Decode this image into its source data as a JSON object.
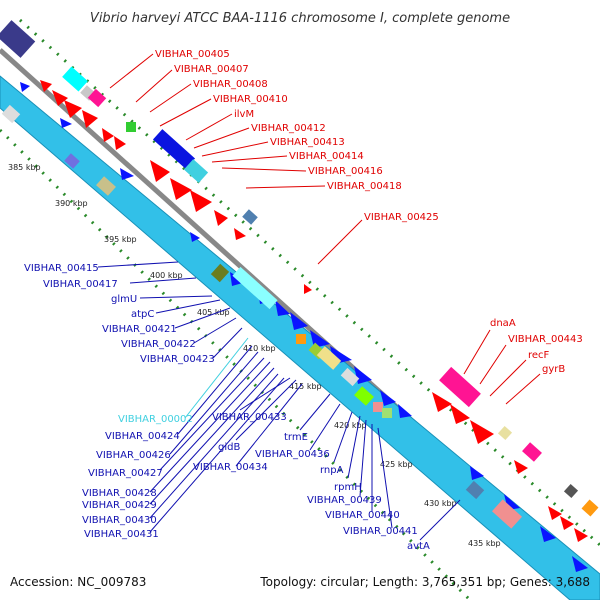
{
  "title": "Vibrio harveyi ATCC BAA-1116 chromosome I, complete genome",
  "accession": "Accession: NC_009783",
  "summary": "Topology: circular; Length: 3,765,351 bp; Genes: 3,688",
  "colors": {
    "forward_label": "#e00000",
    "reverse_label": "#1010b0",
    "rna_label": "#40d0e0",
    "backbone": "#888888",
    "track_fill": "#32c0e8",
    "tick": "#2a8a2a"
  },
  "ticks": [
    "385 kbp",
    "390 kbp",
    "395 kbp",
    "400 kbp",
    "405 kbp",
    "410 kbp",
    "415 kbp",
    "420 kbp",
    "425 kbp",
    "430 kbp",
    "435 kbp"
  ],
  "labels_top": [
    "VIBHAR_00405",
    "VIBHAR_00407",
    "VIBHAR_00408",
    "VIBHAR_00410",
    "ilvM",
    "VIBHAR_00412",
    "VIBHAR_00413",
    "VIBHAR_00414",
    "VIBHAR_00416",
    "VIBHAR_00418",
    "VIBHAR_00425"
  ],
  "labels_right": [
    "dnaA",
    "VIBHAR_00443",
    "recF",
    "gyrB"
  ],
  "labels_left": [
    "VIBHAR_00415",
    "VIBHAR_00417",
    "glmU",
    "atpC",
    "VIBHAR_00421",
    "VIBHAR_00422",
    "VIBHAR_00423",
    "VIBHAR_00002",
    "VIBHAR_00424",
    "VIBHAR_00426",
    "VIBHAR_00427",
    "VIBHAR_00428",
    "VIBHAR_00429",
    "VIBHAR_00430",
    "VIBHAR_00431"
  ],
  "labels_bottom": [
    "VIBHAR_00433",
    "gidB",
    "VIBHAR_00434",
    "trmE",
    "VIBHAR_00436",
    "rnpA",
    "rpmH",
    "VIBHAR_00439",
    "VIBHAR_00440",
    "VIBHAR_00441",
    "avtA"
  ]
}
